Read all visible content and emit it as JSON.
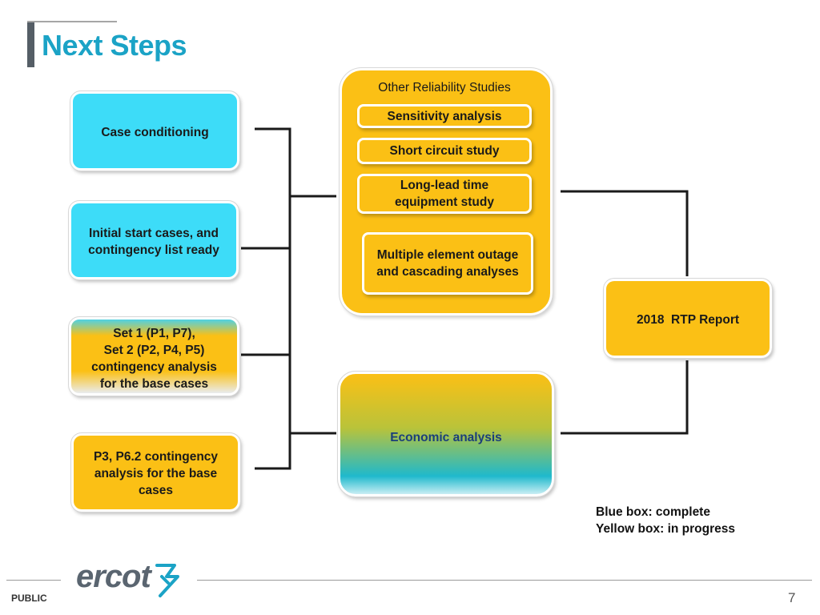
{
  "title": "Next Steps",
  "boxes": {
    "case_conditioning": "Case conditioning",
    "initial_start": "Initial start cases, and contingency list ready",
    "set1_set2": [
      "Set 1 (P1, P7),",
      "Set 2 (P2, P4, P5)",
      "contingency analysis",
      "for the base cases"
    ],
    "p3_p62": "P3, P6.2 contingency analysis for the base cases",
    "economic": "Economic analysis",
    "rtp_report": "2018  RTP Report"
  },
  "other_reliability": {
    "title": "Other Reliability Studies",
    "items": [
      "Sensitivity analysis",
      "Short circuit study",
      "Long-lead time equipment study",
      "Multiple element outage and cascading analyses"
    ]
  },
  "legend": {
    "blue": "Blue box: complete",
    "yellow": "Yellow box: in progress"
  },
  "footer": {
    "logo": "ercot",
    "classification": "PUBLIC",
    "page_number": "7"
  },
  "colors": {
    "complete": "#3ddcf8",
    "in_progress": "#fbc015",
    "title": "#1ba3c6"
  }
}
